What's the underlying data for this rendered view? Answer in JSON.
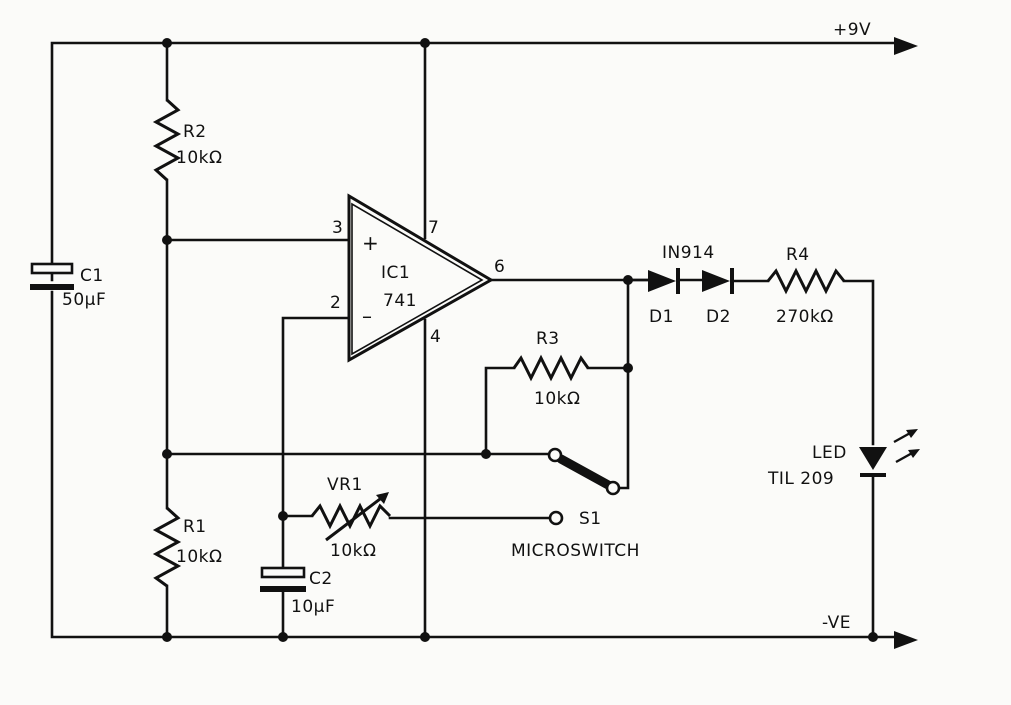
{
  "rails": {
    "positive": "+9V",
    "negative": "-VE"
  },
  "ic": {
    "name": "IC1",
    "part": "741",
    "pins": {
      "noninv": "3",
      "inv": "2",
      "vplus": "7",
      "vminus": "4",
      "out": "6"
    },
    "plus_sign": "+",
    "minus_sign": "–"
  },
  "c1": {
    "ref": "C1",
    "value": "50µF"
  },
  "c2": {
    "ref": "C2",
    "value": "10µF"
  },
  "r1": {
    "ref": "R1",
    "value": "10kΩ"
  },
  "r2": {
    "ref": "R2",
    "value": "10kΩ"
  },
  "r3": {
    "ref": "R3",
    "value": "10kΩ"
  },
  "r4": {
    "ref": "R4",
    "value": "270kΩ"
  },
  "vr1": {
    "ref": "VR1",
    "value": "10kΩ"
  },
  "diodes": {
    "type": "IN914",
    "d1": "D1",
    "d2": "D2"
  },
  "led": {
    "ref": "LED",
    "part": "TIL 209"
  },
  "switch": {
    "ref": "S1",
    "name": "MICROSWITCH"
  }
}
